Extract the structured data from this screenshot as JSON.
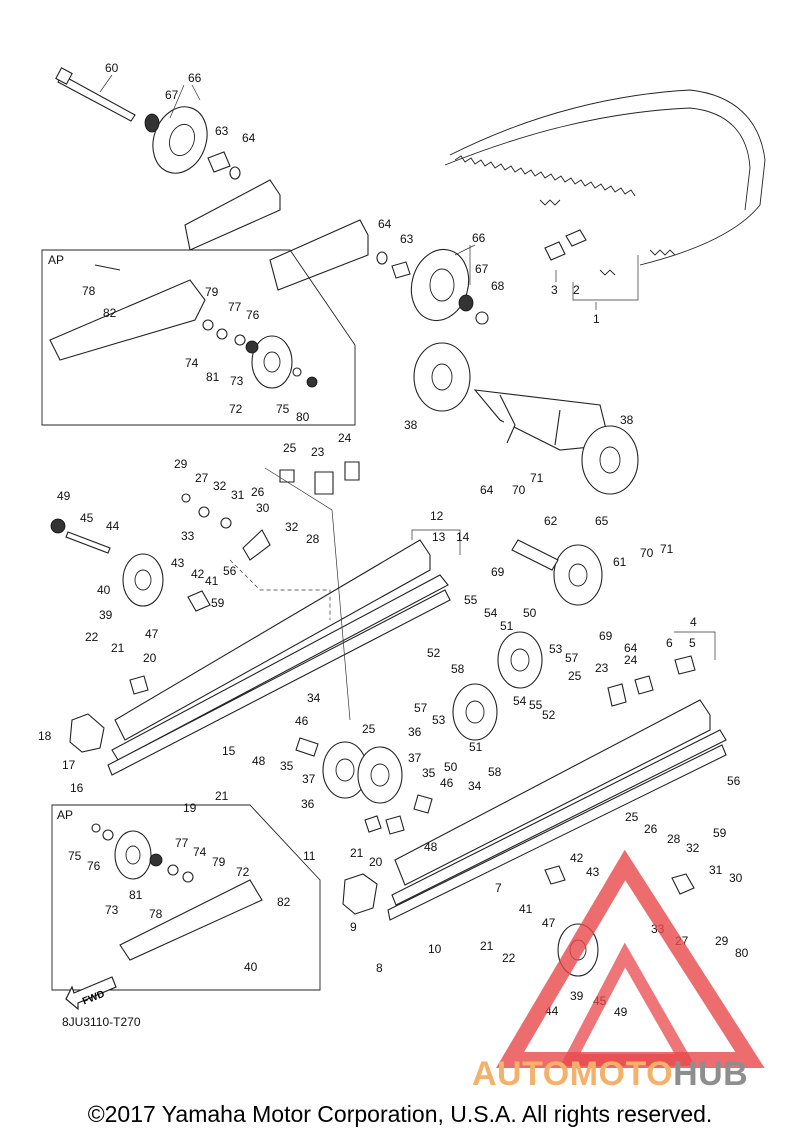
{
  "diagram": {
    "code": "8JU3110-T270",
    "copyright": "©2017 Yamaha Motor Corporation, U.S.A. All rights reserved.",
    "fwd_label": "FWD",
    "inset_labels": [
      "AP",
      "AP"
    ],
    "watermark": {
      "part1": "AUTOMOTO",
      "part2": "HUB",
      "color_orange": "#f5b06a",
      "color_gray": "#8e8e8e",
      "color_red": "#e8484b"
    },
    "callouts": [
      "60",
      "66",
      "67",
      "63",
      "64",
      "64",
      "63",
      "66",
      "67",
      "68",
      "3",
      "2",
      "1",
      "78",
      "82",
      "79",
      "77",
      "76",
      "74",
      "81",
      "73",
      "72",
      "75",
      "80",
      "38",
      "38",
      "29",
      "27",
      "32",
      "31",
      "30",
      "26",
      "25",
      "23",
      "24",
      "49",
      "45",
      "44",
      "33",
      "32",
      "28",
      "43",
      "42",
      "41",
      "40",
      "39",
      "47",
      "56",
      "59",
      "22",
      "21",
      "20",
      "18",
      "17",
      "16",
      "19",
      "21",
      "15",
      "34",
      "46",
      "48",
      "25",
      "35",
      "37",
      "36",
      "36",
      "37",
      "35",
      "12",
      "13",
      "14",
      "55",
      "54",
      "50",
      "51",
      "52",
      "58",
      "53",
      "57",
      "57",
      "53",
      "50",
      "51",
      "58",
      "54",
      "55",
      "52",
      "64",
      "70",
      "71",
      "62",
      "65",
      "69",
      "61",
      "70",
      "71",
      "69",
      "64",
      "4",
      "6",
      "5",
      "23",
      "24",
      "25",
      "46",
      "34",
      "56",
      "59",
      "21",
      "20",
      "48",
      "11",
      "9",
      "7",
      "41",
      "43",
      "42",
      "47",
      "8",
      "10",
      "21",
      "22",
      "25",
      "26",
      "28",
      "32",
      "31",
      "30",
      "33",
      "27",
      "29",
      "80",
      "75",
      "76",
      "77",
      "74",
      "79",
      "72",
      "73",
      "81",
      "78",
      "82",
      "40",
      "39",
      "44",
      "45",
      "49"
    ]
  }
}
